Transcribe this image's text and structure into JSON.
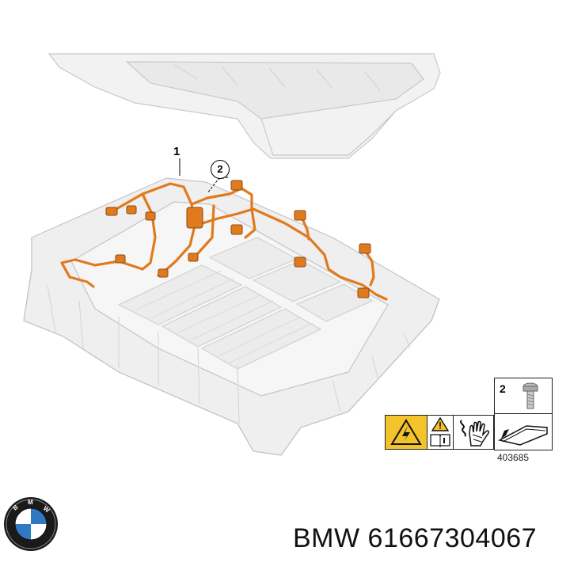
{
  "diagram": {
    "callouts": [
      "1",
      "2"
    ],
    "legend": {
      "item_number": "2",
      "item_icon": "bolt-icon",
      "tool_icon": "tool-icon"
    },
    "reference_number": "403685",
    "warning_icons": [
      "high-voltage-warning-icon",
      "read-manual-icon",
      "protective-glove-icon"
    ],
    "accent_color": "#e07a1e"
  },
  "caption": {
    "brand": "BMW",
    "part_number": "61667304067",
    "logo": "bmw-roundel-icon"
  }
}
